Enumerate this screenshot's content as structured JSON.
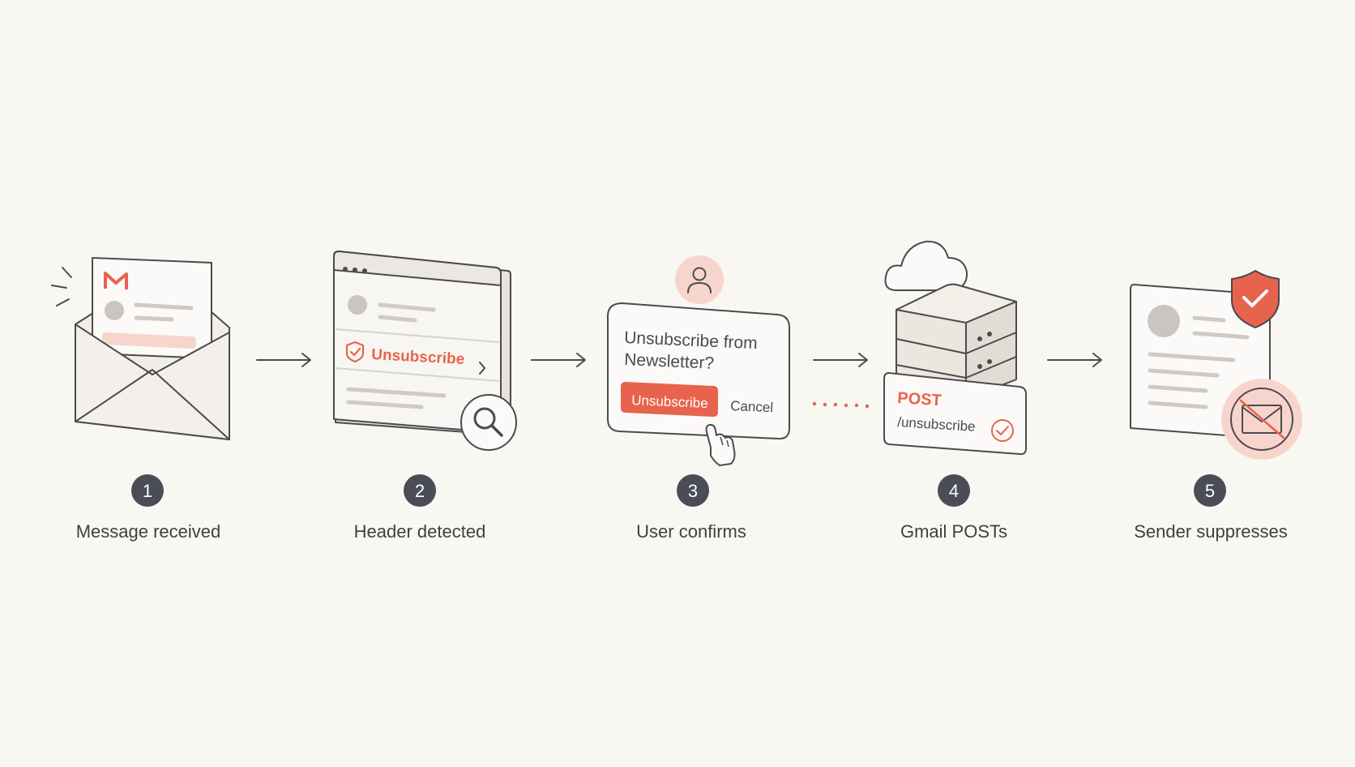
{
  "colors": {
    "background": "#f9f7f2",
    "ink": "#4a4a4f",
    "accent": "#e8634d",
    "accent_soft": "#f8d5cc",
    "badge": "#4a4d55"
  },
  "steps": [
    {
      "number": "1",
      "label": "Message received",
      "icon": "gmail-envelope-icon"
    },
    {
      "number": "2",
      "label": "Header detected",
      "icon": "browser-window-magnifier-icon",
      "header_link": "Unsubscribe"
    },
    {
      "number": "3",
      "label": "User confirms",
      "icon": "confirm-dialog-icon",
      "dialog_line1": "Unsubscribe from",
      "dialog_line2": "Newsletter?",
      "primary_button": "Unsubscribe",
      "secondary_button": "Cancel"
    },
    {
      "number": "4",
      "label": "Gmail POSTs",
      "icon": "server-cloud-icon",
      "method": "POST",
      "endpoint": "/unsubscribe"
    },
    {
      "number": "5",
      "label": "Sender suppresses",
      "icon": "shield-blocked-mail-icon"
    }
  ]
}
